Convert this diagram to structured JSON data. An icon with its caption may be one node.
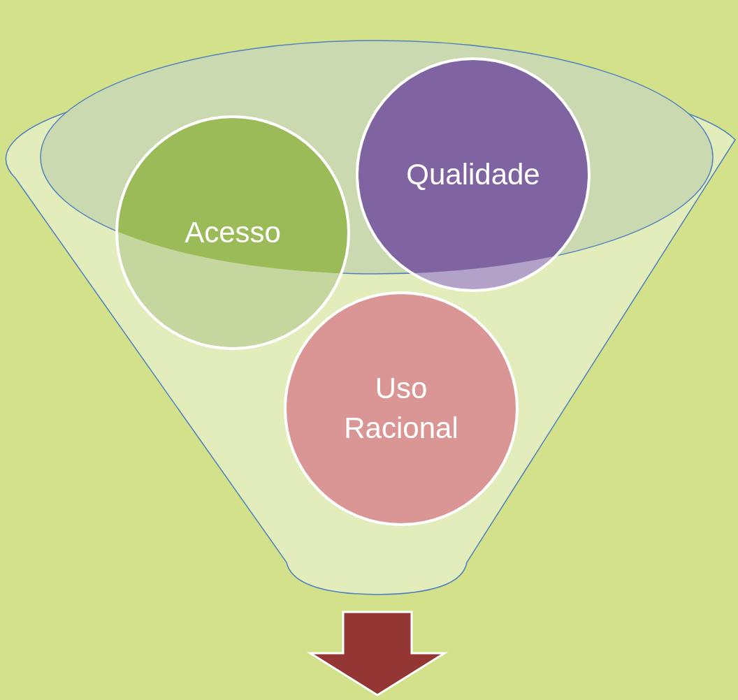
{
  "diagram": {
    "nodes": [
      {
        "text": [],
        "shape": "funnel"
      },
      {
        "text": [
          "Acesso"
        ],
        "in": 0
      },
      {
        "text": [
          "Qualidade"
        ],
        "in": 0
      },
      {
        "text": [
          "Uso Racional"
        ],
        "in": 0
      }
    ],
    "edges": []
  }
}
